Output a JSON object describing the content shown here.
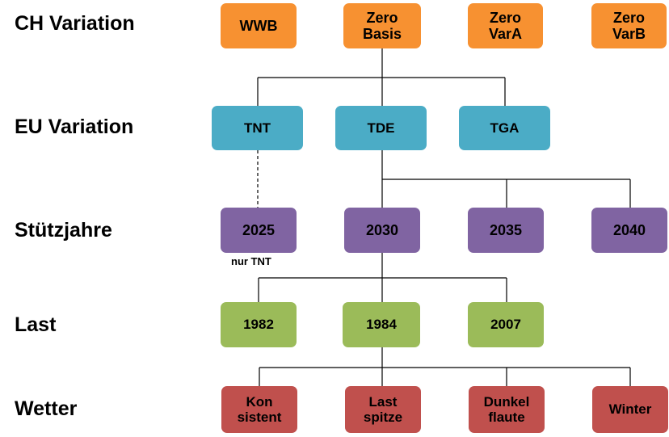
{
  "rows": {
    "ch": "CH Variation",
    "eu": "EU Variation",
    "years": "Stützjahre",
    "load": "Last",
    "weather": "Wetter"
  },
  "ch_variants": [
    {
      "line1": "WWB",
      "line2": ""
    },
    {
      "line1": "Zero",
      "line2": "Basis"
    },
    {
      "line1": "Zero",
      "line2": "VarA"
    },
    {
      "line1": "Zero",
      "line2": "VarB"
    }
  ],
  "eu_variants": [
    "TNT",
    "TDE",
    "TGA"
  ],
  "years": [
    "2025",
    "2030",
    "2035",
    "2040"
  ],
  "years_note": "nur TNT",
  "load_years": [
    "1982",
    "1984",
    "2007"
  ],
  "weather": [
    {
      "line1": "Kon",
      "line2": "sistent"
    },
    {
      "line1": "Last",
      "line2": "spitze"
    },
    {
      "line1": "Dunkel",
      "line2": "flaute"
    },
    {
      "line1": "Winter",
      "line2": ""
    }
  ],
  "colors": {
    "ch": "#f79131",
    "eu": "#4bacc6",
    "years": "#8064a2",
    "load": "#9bbb59",
    "weather": "#c0504d"
  }
}
